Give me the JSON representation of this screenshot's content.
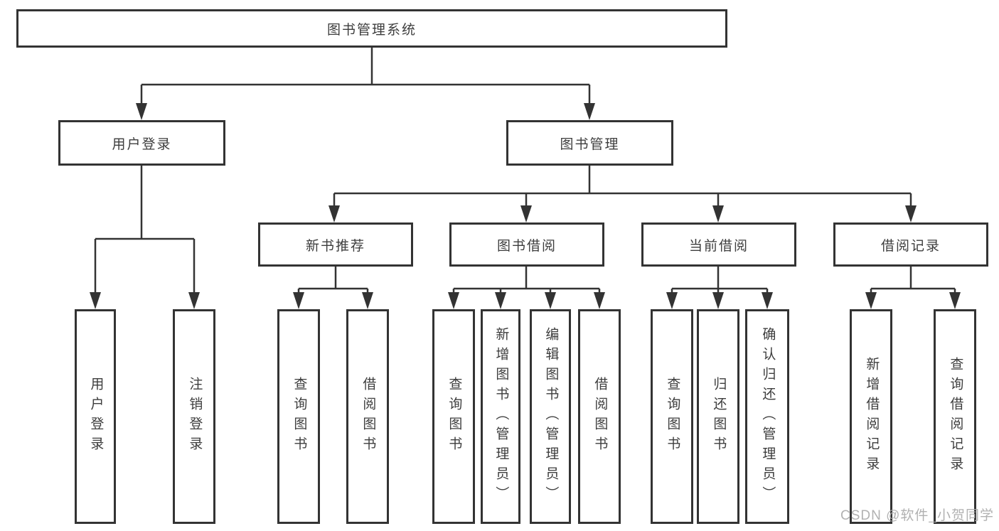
{
  "diagram_title": "图书管理系统",
  "tree": {
    "label": "图书管理系统",
    "children": [
      {
        "label": "用户登录",
        "children": [
          {
            "label": "用户登录"
          },
          {
            "label": "注销登录"
          }
        ]
      },
      {
        "label": "图书管理",
        "children": [
          {
            "label": "新书推荐",
            "children": [
              {
                "label": "查询图书"
              },
              {
                "label": "借阅图书"
              }
            ]
          },
          {
            "label": "图书借阅",
            "children": [
              {
                "label": "查询图书"
              },
              {
                "label": "新增图书（管理员）"
              },
              {
                "label": "编辑图书（管理员）"
              },
              {
                "label": "借阅图书"
              }
            ]
          },
          {
            "label": "当前借阅",
            "children": [
              {
                "label": "查询图书"
              },
              {
                "label": "归还图书"
              },
              {
                "label": "确认归还（管理员）"
              }
            ]
          },
          {
            "label": "借阅记录",
            "children": [
              {
                "label": "新增借阅记录"
              },
              {
                "label": "查询借阅记录"
              }
            ]
          }
        ]
      }
    ]
  },
  "watermark": {
    "text": "CSDN @软件_小贺同学"
  },
  "colors": {
    "line": "#333333",
    "text": "#3d3d3d",
    "background": "#ffffff",
    "watermark": "#a8a8a8"
  }
}
